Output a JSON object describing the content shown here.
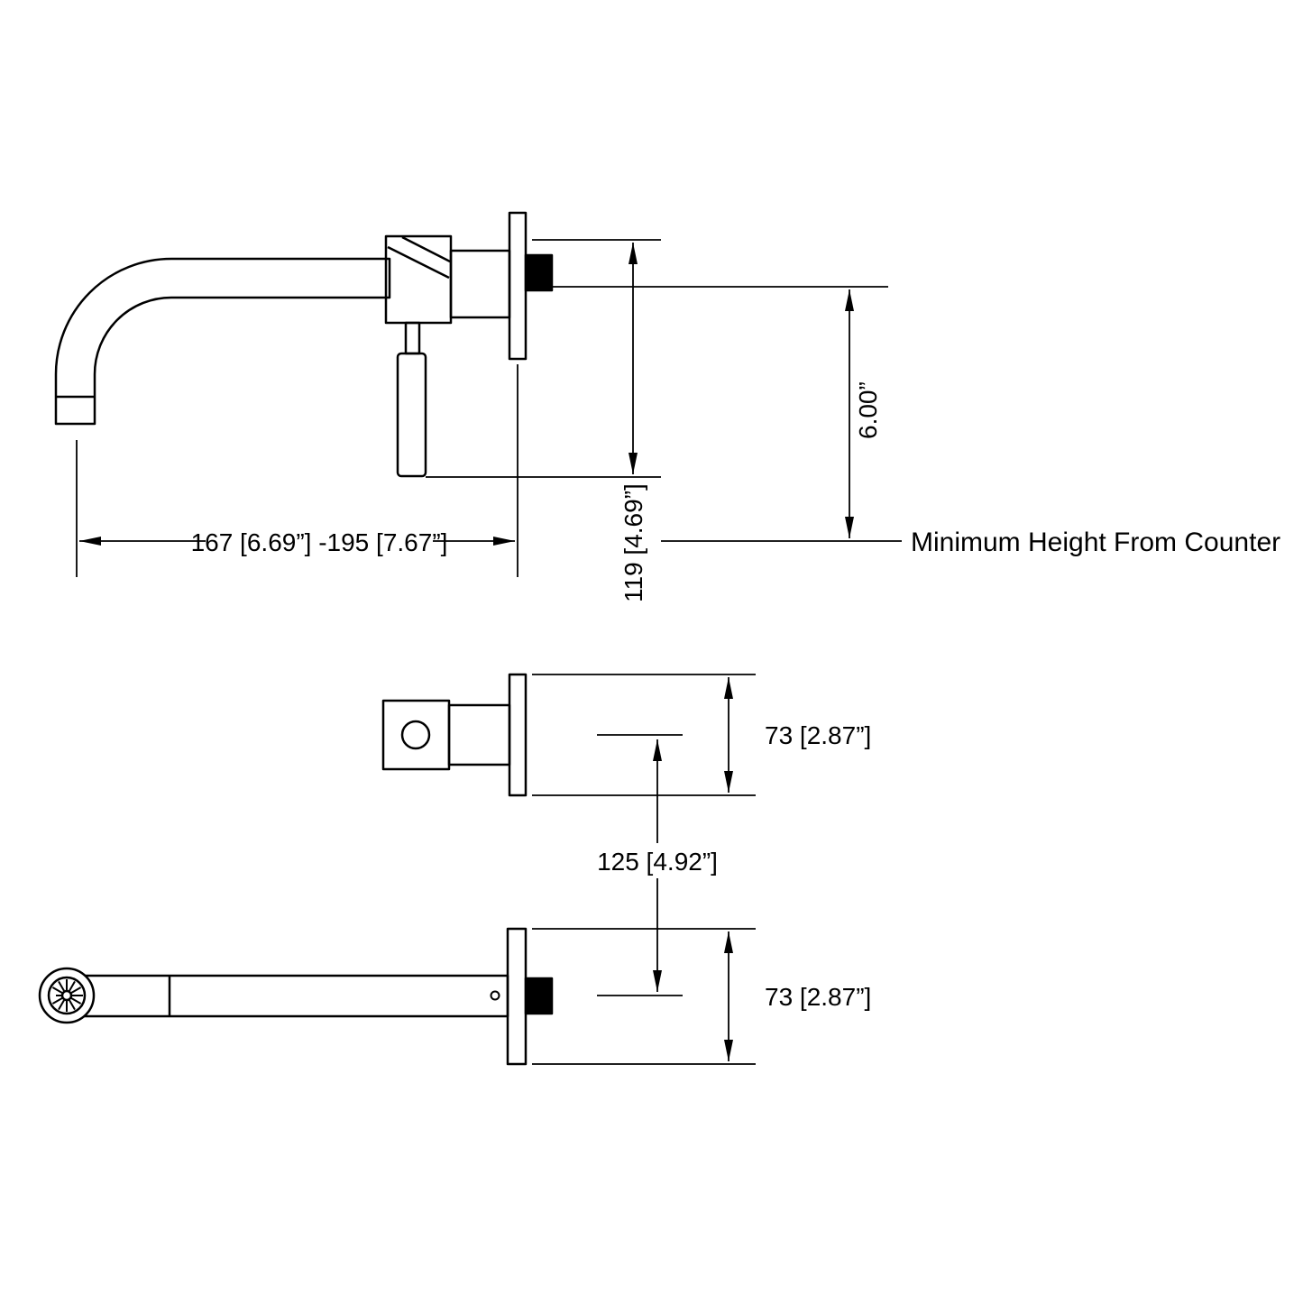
{
  "page": {
    "background": "#ffffff",
    "line_color": "#000000"
  },
  "side_view": {
    "dim_reach": "167 [6.69”] -195 [7.67”]",
    "dim_height_vertical": "119 [4.69”]",
    "dim_min_height": "6.00”",
    "note_min_height": "Minimum Height From Counter"
  },
  "top_view_valve": {
    "dim_plate_height": "73 [2.87”]",
    "dim_center_spacing": "125 [4.92”]"
  },
  "top_view_spout": {
    "dim_plate_height": "73 [2.87”]"
  }
}
